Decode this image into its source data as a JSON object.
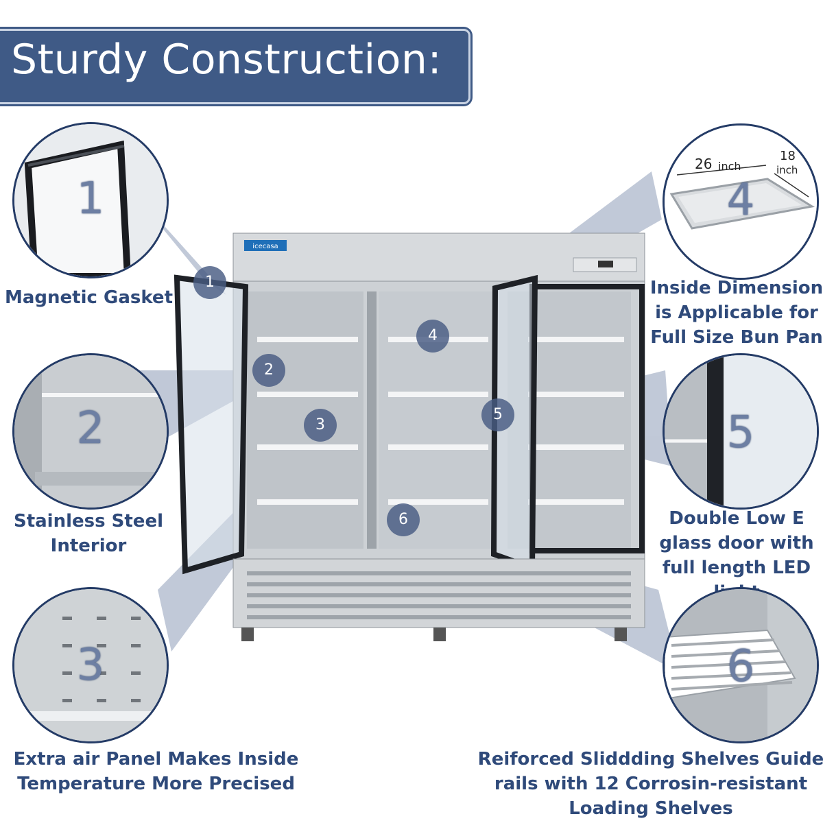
{
  "header": {
    "title": "Sturdy Construction:"
  },
  "brand": {
    "logo_text": "icecasa"
  },
  "callouts": [
    {
      "number": "1",
      "label": "Magnetic Gasket"
    },
    {
      "number": "2",
      "label": "Stainless Steel Interior"
    },
    {
      "number": "3",
      "label": "Extra air Panel Makes Inside Temperature More Precised"
    },
    {
      "number": "4",
      "label": "Inside Dimension is Applicable for Full Size Bun Pan"
    },
    {
      "number": "5",
      "label": "Double Low E glass door with full length LED light"
    },
    {
      "number": "6",
      "label": "Reiforced Sliddding Shelves Guide rails with 12 Corrosin-resistant Loading Shelves"
    }
  ],
  "pan_dimensions": {
    "width": "26",
    "depth": "18",
    "unit": "inch"
  },
  "colors": {
    "accent": "#3f5a86",
    "label_text": "#2f4a7a",
    "circle_border": "#243b66"
  }
}
